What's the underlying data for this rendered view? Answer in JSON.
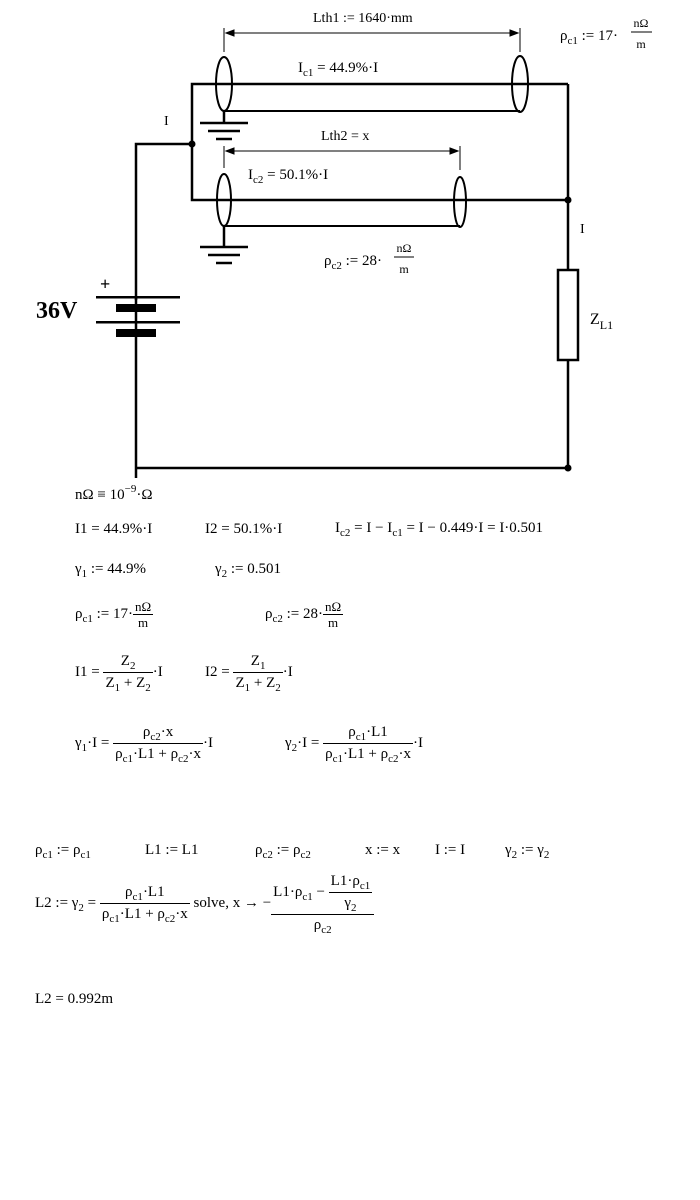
{
  "diagram": {
    "lth1_label": "Lth1 := 1640·mm",
    "lth2_label": "Lth2 = x",
    "ic1_label": "I",
    "ic1_sub": "c1",
    "ic1_value": " = 44.9%·I",
    "ic2_label": "I",
    "ic2_sub": "c2",
    "ic2_value": " = 50.1%·I",
    "rho_c1_sym": "ρ",
    "rho_c1_sub": "c1",
    "rho_c1_value": " := 17·",
    "rho_c2_sym": "ρ",
    "rho_c2_sub": "c2",
    "rho_c2_value": " := 28·",
    "unit_num": "nΩ",
    "unit_den": "m",
    "current_left": "I",
    "current_right": "I",
    "battery_voltage": "36V",
    "battery_plus": "+",
    "load_label": "Z",
    "load_sub": "L1"
  },
  "worksheet": {
    "def_nOhm": {
      "lhs": "nΩ ≡ 10",
      "exp": "−9",
      "rhs": "·Ω"
    },
    "i1_eq": "I1 = 44.9%·I",
    "i2_eq": "I2 = 50.1%·I",
    "ic2_eq": {
      "a": "I",
      "a_sub": "c2",
      "b": " = I − I",
      "b_sub": "c1",
      "c": " = I − 0.449·I = I·0.501"
    },
    "gamma1_eq": {
      "sym": "γ",
      "sub": "1",
      "rest": " := 44.9%"
    },
    "gamma2_eq": {
      "sym": "γ",
      "sub": "2",
      "rest": " := 0.501"
    },
    "rho_c1_eq": {
      "sym": "ρ",
      "sub": "c1",
      "rest": " := 17·",
      "num": "nΩ",
      "den": "m"
    },
    "rho_c2_eq": {
      "sym": "ρ",
      "sub": "c2",
      "rest": " := 28·",
      "num": "nΩ",
      "den": "m"
    },
    "i1_frac": {
      "lhs": "I1 = ",
      "num": "Z",
      "num_sub": "2",
      "den_a": "Z",
      "den_a_sub": "1",
      "den_b": " + Z",
      "den_b_sub": "2",
      "tail": "·I"
    },
    "i2_frac": {
      "lhs": "I2 = ",
      "num": "Z",
      "num_sub": "1",
      "den_a": "Z",
      "den_a_sub": "1",
      "den_b": " + Z",
      "den_b_sub": "2",
      "tail": "·I"
    },
    "gamma1_frac": {
      "lhs": "γ",
      "lhs_sub": "1",
      "lhs_tail": "·I = ",
      "num": "ρ",
      "num_sub": "c2",
      "num_tail": "·x",
      "den_a": "ρ",
      "den_a_sub": "c1",
      "den_b": "·L1 + ρ",
      "den_b_sub": "c2",
      "den_c": "·x",
      "tail": "·I"
    },
    "gamma2_frac": {
      "lhs": "γ",
      "lhs_sub": "2",
      "lhs_tail": "·I = ",
      "num": "ρ",
      "num_sub": "c1",
      "num_tail": "·L1",
      "den_a": "ρ",
      "den_a_sub": "c1",
      "den_b": "·L1 + ρ",
      "den_b_sub": "c2",
      "den_c": "·x",
      "tail": "·I"
    },
    "assign_row": [
      {
        "a": "ρ",
        "a_sub": "c1",
        "b": " := ρ",
        "b_sub": "c1"
      },
      {
        "a": "L1 := L1"
      },
      {
        "a": "ρ",
        "a_sub": "c2",
        "b": " := ρ",
        "b_sub": "c2"
      },
      {
        "a": "x := x"
      },
      {
        "a": "I := I"
      },
      {
        "a": "γ",
        "a_sub": "2",
        "b": " := γ",
        "b_sub": "2"
      }
    ],
    "solve_eq": {
      "lhs": "L2 := γ",
      "lhs_sub": "2",
      "eq": " = ",
      "num": "ρ",
      "num_sub": "c1",
      "num_tail": "·L1",
      "den_a": "ρ",
      "den_a_sub": "c1",
      "den_b": "·L1 + ρ",
      "den_b_sub": "c2",
      "den_c": "·x",
      "solve": " solve, x  →  −",
      "r_num_a": "L1·ρ",
      "r_num_a_sub": "c1",
      "r_num_b": " − ",
      "r_inner_num": "L1·ρ",
      "r_inner_num_sub": "c1",
      "r_inner_den": "γ",
      "r_inner_den_sub": "2",
      "r_den": "ρ",
      "r_den_sub": "c2"
    },
    "result": "L2 = 0.992m"
  }
}
